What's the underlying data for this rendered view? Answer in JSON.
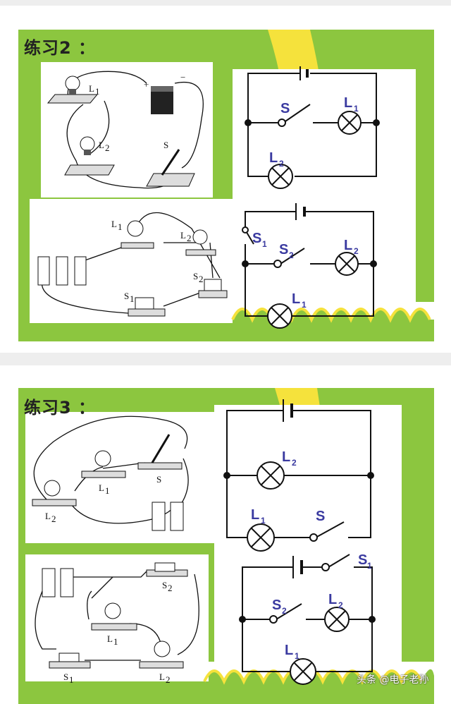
{
  "exercise2": {
    "title": "练习2 ：",
    "picture_top": {
      "L1": "L",
      "L1_sub": "1",
      "L2": "L",
      "L2_sub": "2",
      "S": "S",
      "plus": "+",
      "minus": "−"
    },
    "schematic_top": {
      "S": "S",
      "L1": "L",
      "L1_sub": "1",
      "L2": "L",
      "L2_sub": "2"
    },
    "picture_bottom": {
      "L1": "L",
      "L1_sub": "1",
      "L2": "L",
      "L2_sub": "2",
      "S1": "S",
      "S1_sub": "1",
      "S2": "S",
      "S2_sub": "2"
    },
    "schematic_bottom": {
      "S1": "S",
      "S1_sub": "1",
      "S2": "S",
      "S2_sub": "2",
      "L2": "L",
      "L2_sub": "2",
      "L1": "L",
      "L1_sub": "1"
    }
  },
  "exercise3": {
    "title": "练习3 ：",
    "picture_top": {
      "L1": "L",
      "L1_sub": "1",
      "L2": "L",
      "L2_sub": "2",
      "S": "S"
    },
    "schematic_top": {
      "L2": "L",
      "L2_sub": "2",
      "L1": "L",
      "L1_sub": "1",
      "S": "S"
    },
    "picture_bottom": {
      "S2": "S",
      "S2_sub": "2",
      "L1": "L",
      "L1_sub": "1",
      "S1": "S",
      "S1_sub": "1",
      "L2": "L",
      "L2_sub": "2"
    },
    "schematic_bottom": {
      "S1": "S",
      "S1_sub": "1",
      "S2": "S",
      "S2_sub": "2",
      "L2": "L",
      "L2_sub": "2",
      "L1": "L",
      "L1_sub": "1"
    }
  },
  "watermark": "头条 @电子老孙",
  "colors": {
    "green": "#8cc63f",
    "yellow": "#f5e23c",
    "wire": "#111111",
    "label_blue": "#3a3aa0"
  }
}
